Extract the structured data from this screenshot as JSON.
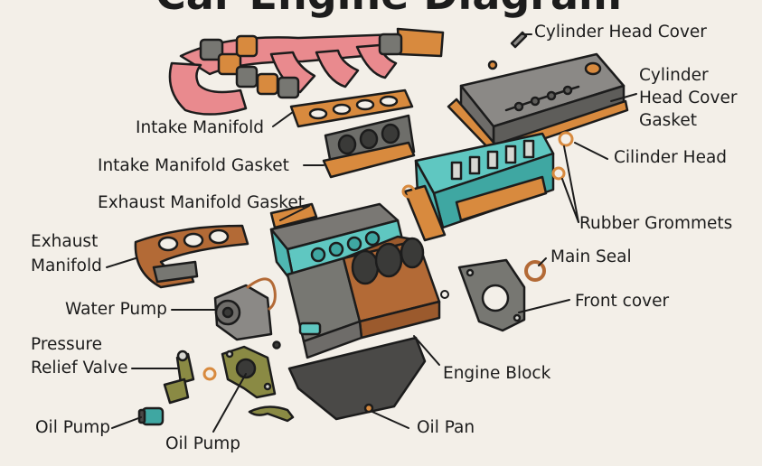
{
  "title": "Car Engine Diagram",
  "labels": {
    "cylinder_head_cover": "Cylinder Head Cover",
    "cylinder_head_cover_gasket_1": "Cylinder",
    "cylinder_head_cover_gasket_2": "Head Cover",
    "cylinder_head_cover_gasket_3": "Gasket",
    "intake_manifold": "Intake Manifold",
    "cilinder_head": "Cilinder Head",
    "intake_manifold_gasket": "Intake Manifold Gasket",
    "exhaust_manifold_gasket": "Exhaust Manifold Gasket",
    "rubber_grommets": "Rubber Grommets",
    "exhaust_manifold_1": "Exhaust",
    "exhaust_manifold_2": "Manifold",
    "main_seal": "Main Seal",
    "front_cover": "Front cover",
    "water_pump": "Water Pump",
    "pressure_relief_valve_1": "Pressure",
    "pressure_relief_valve_2": "Relief Valve",
    "engine_block": "Engine Block",
    "oil_pump_left": "Oil Pump",
    "oil_pump_bottom": "Oil Pump",
    "oil_pan": "Oil Pan"
  },
  "colors": {
    "background": "#f3efe8",
    "intake_pink": "#e98a8e",
    "gasket_orange": "#d88a3e",
    "metal_grey": "#777772",
    "head_teal": "#5fc7c1",
    "block_rust": "#b36a36",
    "outline": "#1c1c1c"
  }
}
